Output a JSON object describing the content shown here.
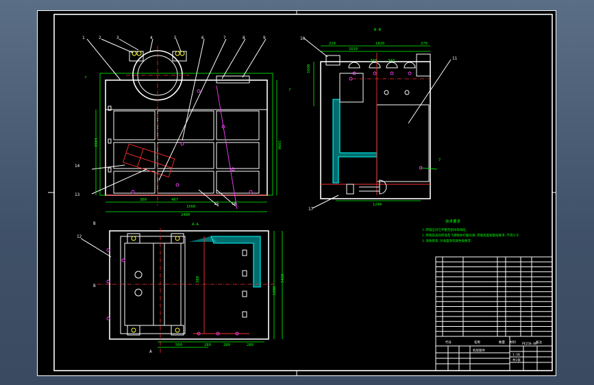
{
  "views": {
    "section_bb": "B-B",
    "section_aa": "A-A",
    "marker_a": "A",
    "marker_b": "B"
  },
  "balloons": [
    "1",
    "2",
    "3",
    "4",
    "5",
    "6",
    "7",
    "8",
    "9",
    "10",
    "11",
    "12",
    "13",
    "14",
    "15",
    "16",
    "17"
  ],
  "dims_front": {
    "d300": "300",
    "d467": "467",
    "d1560": "1560",
    "d2400": "2400",
    "d1990": "1990",
    "d1410": "1410"
  },
  "dims_side": {
    "d220": "220",
    "d1820": "1820",
    "d1610": "1610",
    "d270": "270",
    "d340a": "340",
    "d340b": "340",
    "d1240": "1240",
    "d1660": "1660"
  },
  "dims_plan": {
    "d500": "500",
    "d280a": "280",
    "d280b": "280",
    "d280c": "280",
    "d1200": "1200",
    "d1410": "1410",
    "d380": "380"
  },
  "notes": {
    "title": "技术要求",
    "line1": "1.焊缝应均匀平整无裂纹等缺陷.",
    "line2": "2.焊接后去除焊渣及飞溅物并打磨光滑,焊缝高度按图纸要求,不得小于.",
    "line3": "3.涂防锈漆,外表面涂装颜色按要求."
  },
  "title_block": {
    "drawing_no": "PE250.00",
    "material_hdr": "材料",
    "name_hdr": "名称",
    "qty_hdr": "数量",
    "code_hdr": "代号",
    "note_hdr": "备注",
    "assembly": "机架部件",
    "scale": "1:10",
    "sheet": "共1张"
  },
  "colors": {
    "frame": "#ffffff",
    "dimension": "#00ff00",
    "centerline": "#ff3030",
    "weld": "#ff40ff",
    "section": "#00c8c8",
    "bolt": "#ffff40"
  }
}
